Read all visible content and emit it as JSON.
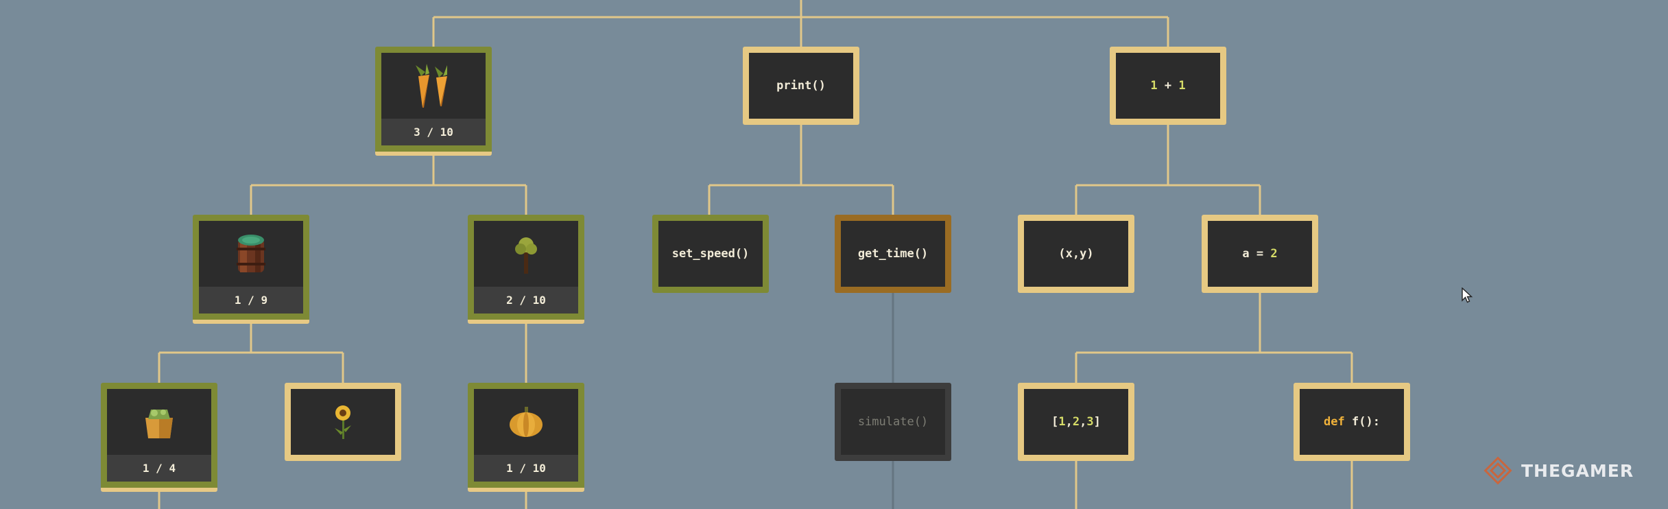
{
  "colors": {
    "line": "#e1c789",
    "background": "#788b99"
  },
  "nodes": {
    "carrots": {
      "icon": "carrots-icon",
      "progress": "3 / 10"
    },
    "print": {
      "label": "print()"
    },
    "add": {
      "a": "1",
      "op": " + ",
      "b": "1"
    },
    "barrel": {
      "icon": "barrel-icon",
      "progress": "1 / 9"
    },
    "tree": {
      "icon": "tree-icon",
      "progress": "2 / 10"
    },
    "set_speed": {
      "label": "set_speed()"
    },
    "get_time": {
      "label": "get_time()"
    },
    "tuple": {
      "label": "(x,y)"
    },
    "assign": {
      "left": "a = ",
      "value": "2"
    },
    "cactus": {
      "icon": "cactus-pot-icon",
      "progress": "1 / 4"
    },
    "sunflower": {
      "icon": "sunflower-icon"
    },
    "pumpkin": {
      "icon": "pumpkin-icon",
      "progress": "1 / 10"
    },
    "simulate": {
      "label": "simulate()"
    },
    "list": {
      "open": "[",
      "v1": "1",
      "c1": ",",
      "v2": "2",
      "c2": ",",
      "v3": "3",
      "close": "]"
    },
    "def": {
      "kw": "def",
      "name": " f():"
    }
  },
  "watermark": {
    "text": "THEGAMER",
    "icon": "thegamer-logo-icon"
  }
}
